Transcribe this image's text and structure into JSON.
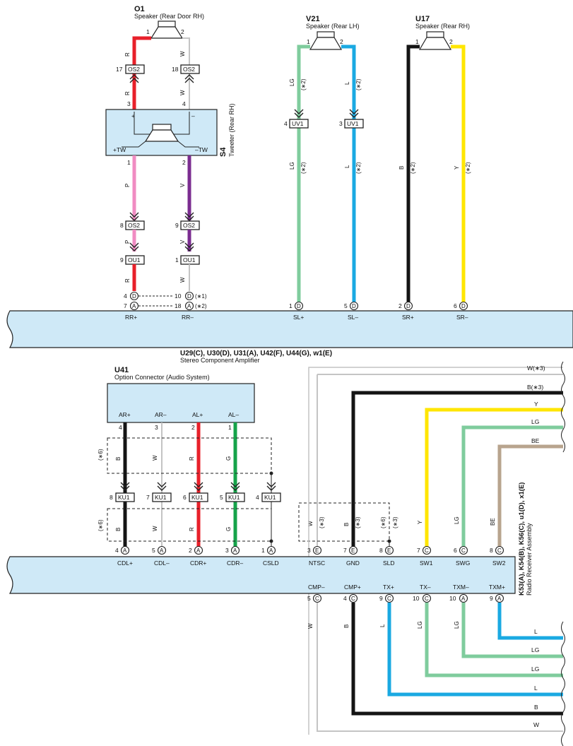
{
  "colors": {
    "red": "#e8202a",
    "white_wire": "#c4c4c4",
    "pink": "#f08cc2",
    "violet": "#7b2d90",
    "light_green": "#7fcc9d",
    "blue": "#1aa9e2",
    "black": "#141414",
    "yellow": "#ffe600",
    "green": "#16a34a",
    "beige": "#b8a48e",
    "box_fill": "#cfe9f7",
    "outline": "#222222"
  },
  "components": {
    "o1": {
      "id": "O1",
      "desc": "Speaker (Rear Door RH)"
    },
    "v21": {
      "id": "V21",
      "desc": "Speaker (Rear LH)"
    },
    "u17": {
      "id": "U17",
      "desc": "Speaker (Rear RH)"
    },
    "s4": {
      "id": "S4",
      "desc": "Tweeter (Rear RH)"
    },
    "u41": {
      "id": "U41",
      "desc": "Option Connector (Audio System)"
    },
    "amp": {
      "id": "U29(C), U30(D), U31(A), U42(F), U44(G), w1(E)",
      "desc": "Stereo Component Amplifier"
    },
    "radio": {
      "id": "K53(A), K54(B), K56(C), u1(D), x1(E)",
      "desc": "Radio Receiver Assembly"
    }
  },
  "tweeter": {
    "plus": "+",
    "minus": "–",
    "tw_plus": "+TW",
    "tw_minus": "–TW"
  },
  "amp_terminals": [
    "RR+",
    "RR–",
    "SL+",
    "SL–",
    "SR+",
    "SR–"
  ],
  "amp_pins": {
    "rr_plus_d": "4",
    "rr_plus_a": "7",
    "rr_minus_d": "10",
    "rr_minus_a": "18",
    "sl_plus": "1",
    "sl_minus": "5",
    "sr_plus": "2",
    "sr_minus": "6"
  },
  "connector_letters": {
    "d": "D",
    "a": "A",
    "c": "C",
    "e": "E"
  },
  "notes": {
    "n1": "(∗1)",
    "n2": "(∗2)",
    "n3": "(∗3)",
    "n6": "(∗6)"
  },
  "connectors": {
    "os2": "OS2",
    "ou1": "OU1",
    "uv1": "UV1",
    "ku1": "KU1",
    "os2_pins": {
      "a": "17",
      "b": "18",
      "c": "8",
      "d": "9"
    },
    "ou1_pins": {
      "a": "9",
      "b": "1"
    },
    "uv1_pins": {
      "a": "4",
      "b": "3"
    },
    "ku1_pins": [
      "8",
      "7",
      "6",
      "5",
      "4"
    ]
  },
  "pins": {
    "o1": {
      "p1": "1",
      "p2": "2"
    },
    "v21": {
      "p1": "1",
      "p2": "2"
    },
    "u17": {
      "p1": "1",
      "p2": "2"
    },
    "s4": {
      "p3": "3",
      "p4": "4",
      "p1": "1",
      "p2": "2"
    },
    "u41": [
      "4",
      "3",
      "2",
      "1"
    ]
  },
  "wire_codes": {
    "R": "R",
    "W": "W",
    "P": "P",
    "V": "V",
    "LG": "LG",
    "L": "L",
    "B": "B",
    "Y": "Y",
    "G": "G",
    "BE": "BE"
  },
  "u41_terminals": [
    "AR+",
    "AR–",
    "AL+",
    "AL–"
  ],
  "radio_top_terminals": [
    "CDL+",
    "CDL–",
    "CDR+",
    "CDR–",
    "CSLD",
    "NTSC",
    "GND",
    "SLD",
    "SW1",
    "SWG",
    "SW2"
  ],
  "radio_top_pins": [
    "4",
    "5",
    "2",
    "3",
    "1",
    "3",
    "7",
    "8",
    "7",
    "6",
    "8"
  ],
  "radio_top_letters": [
    "A",
    "A",
    "A",
    "A",
    "A",
    "E",
    "E",
    "E",
    "C",
    "C",
    "C"
  ],
  "radio_bottom_terminals": [
    "CMP–",
    "CMP+",
    "TX+",
    "TX–",
    "TXM–",
    "TXM+"
  ],
  "radio_bottom_pins": [
    "5",
    "4",
    "9",
    "10",
    "10",
    "9"
  ],
  "radio_bottom_letters": [
    "C",
    "C",
    "C",
    "C",
    "A",
    "A"
  ],
  "right_top_labels": [
    "W(∗3)",
    "B(∗3)",
    "Y",
    "LG",
    "BE"
  ],
  "right_bottom_labels": [
    "L",
    "LG",
    "LG",
    "L",
    "B",
    "W"
  ]
}
